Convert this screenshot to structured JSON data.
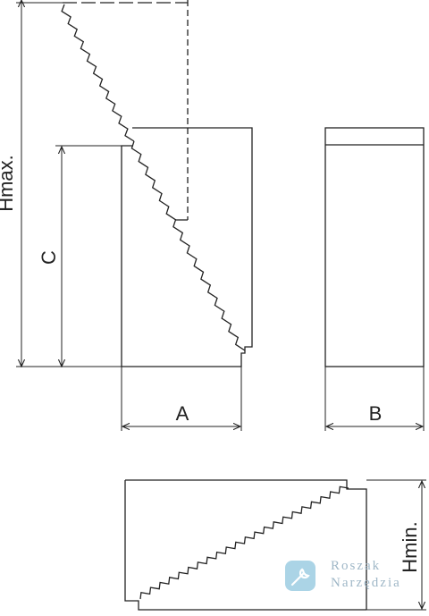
{
  "labels": {
    "hmax": "Hmax.",
    "c": "C",
    "a": "A",
    "b": "B",
    "hmin": "Hmin."
  },
  "watermark": {
    "line1": "Roszak",
    "line2": "Narzędzia",
    "icon": "wrench-icon",
    "accent": "#8fc6dd"
  },
  "colors": {
    "line": "#222222"
  }
}
